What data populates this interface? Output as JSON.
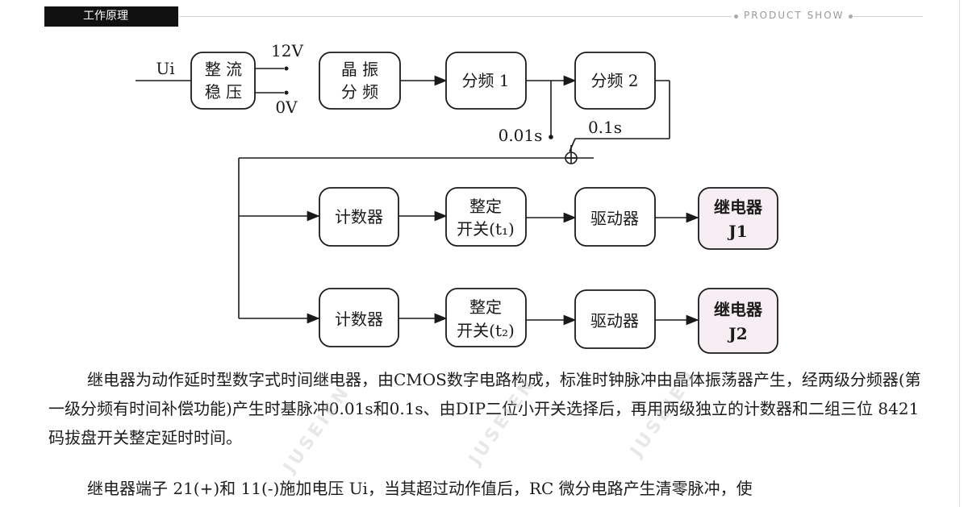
{
  "header": {
    "tag": "工作原理",
    "brand": "PRODUCT SHOW"
  },
  "diagram": {
    "input_label": "Ui",
    "rectifier": [
      "整 流",
      "稳 压"
    ],
    "v12": "12V",
    "v0": "0V",
    "oscillator": [
      "晶 振",
      "分 频"
    ],
    "divider1": "分频 1",
    "divider2": "分频 2",
    "t001": "0.01s",
    "t01": "0.1s",
    "rows": [
      {
        "counter": "计数器",
        "switch": [
          "整定",
          "开关(t₁)"
        ],
        "driver": "驱动器",
        "relay": [
          "继电器",
          "J1"
        ]
      },
      {
        "counter": "计数器",
        "switch": [
          "整定",
          "开关(t₂)"
        ],
        "driver": "驱动器",
        "relay": [
          "继电器",
          "J2"
        ]
      }
    ]
  },
  "text": {
    "p1": "继电器为动作延时型数字式时间继电器，由CMOS数字电路构成，标准时钟脉冲由晶体振荡器产生，经两级分频器(第一级分频有时间补偿功能)产生时基脉冲0.01s和0.1s、由DIP二位小开关选择后，再用两级独立的计数器和二组三位 8421 码拔盘开关整定延时时间。",
    "p2": "继电器端子 21(+)和 11(-)施加电压 Ui，当其超过动作值后，RC 微分电路产生清零脉冲，使"
  },
  "watermark": "JUSEIEN"
}
